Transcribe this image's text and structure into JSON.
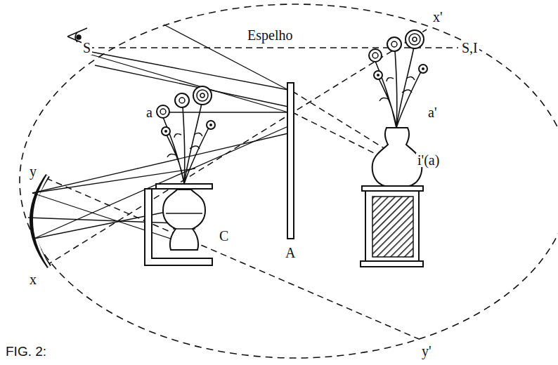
{
  "diagram": {
    "caption": "FIG. 2:",
    "labels": [
      "Espelho",
      "S",
      "S,I",
      "y",
      "x",
      "x'",
      "y'",
      "a",
      "a'",
      "i'(a)",
      "C",
      "A"
    ]
  }
}
